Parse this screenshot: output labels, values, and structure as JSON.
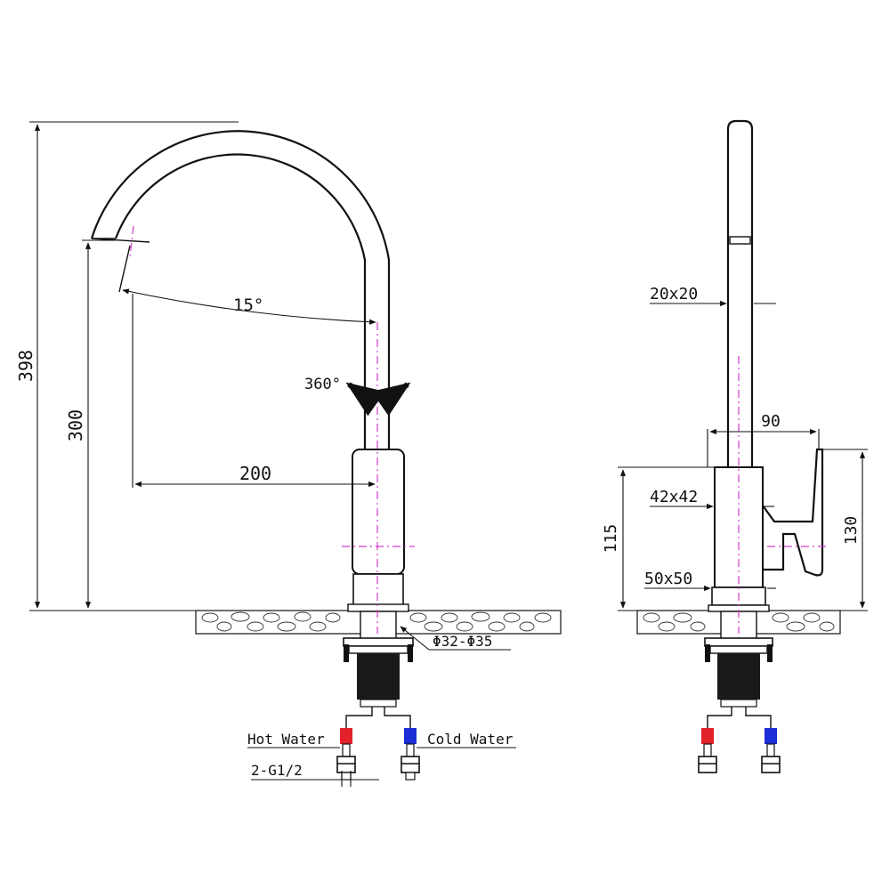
{
  "dimensions": {
    "total_height": "398",
    "spout_height": "300",
    "reach": "200",
    "angle": "15°",
    "rotation": "360°",
    "spout_section": "20x20",
    "handle_reach": "90",
    "body_section": "42x42",
    "body_height": "115",
    "handle_height": "130",
    "base_section": "50x50",
    "hole_diameter": "Φ32-Φ35",
    "connection": "2-G1/2"
  },
  "labels": {
    "hot_water": "Hot Water",
    "cold_water": "Cold Water"
  },
  "colors": {
    "hot": "#e2222b",
    "cold": "#1c2ed6",
    "centerline": "#d23cc8"
  }
}
